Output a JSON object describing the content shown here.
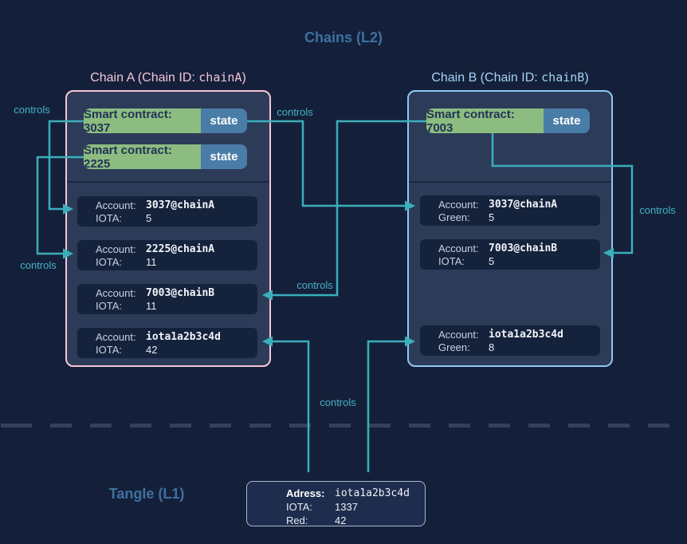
{
  "l2_title": "Chains (L2)",
  "l1_title": "Tangle (L1)",
  "controls_label": "controls",
  "colors": {
    "background": "#14203A",
    "chain_box_fill": "#2C3B58",
    "chain_a_border": "#F7C6D8",
    "chain_b_border": "#8FC8F0",
    "chain_a_title": "#F5C3D7",
    "chain_b_title": "#A5D2F2",
    "contract_green": "#8CBC80",
    "state_blue": "#4A7CA8",
    "connector_teal": "#3AAEBB",
    "section_heading_blue": "#3F709F"
  },
  "chain_a": {
    "title_prefix": "Chain A (Chain ID: ",
    "chain_id": "chainA",
    "title_suffix": ")",
    "contracts": [
      {
        "label": "Smart contract: 3037",
        "state": "state"
      },
      {
        "label": "Smart contract: 2225",
        "state": "state"
      }
    ],
    "accounts": [
      {
        "label1": "Account:",
        "value1": "3037@chainA",
        "label2": "IOTA:",
        "value2": "5"
      },
      {
        "label1": "Account:",
        "value1": "2225@chainA",
        "label2": "IOTA:",
        "value2": "11"
      },
      {
        "label1": "Account:",
        "value1": "7003@chainB",
        "label2": "IOTA:",
        "value2": "11"
      },
      {
        "label1": "Account:",
        "value1": "iota1a2b3c4d",
        "label2": "IOTA:",
        "value2": "42"
      }
    ]
  },
  "chain_b": {
    "title_prefix": "Chain B (Chain ID: ",
    "chain_id": "chainB",
    "title_suffix": ")",
    "contracts": [
      {
        "label": "Smart contract: 7003",
        "state": "state"
      }
    ],
    "accounts": [
      {
        "label1": "Account:",
        "value1": "3037@chainA",
        "label2": "Green:",
        "value2": "5"
      },
      {
        "label1": "Account:",
        "value1": "7003@chainB",
        "label2": "IOTA:",
        "value2": "5"
      },
      {
        "label1": "Account:",
        "value1": "iota1a2b3c4d",
        "label2": "Green:",
        "value2": "8"
      }
    ]
  },
  "l1_address": {
    "rows": [
      {
        "label": "Adress:",
        "value": "iota1a2b3c4d"
      },
      {
        "label": "IOTA:",
        "value": "1337"
      },
      {
        "label": "Red:",
        "value": "42"
      }
    ]
  }
}
